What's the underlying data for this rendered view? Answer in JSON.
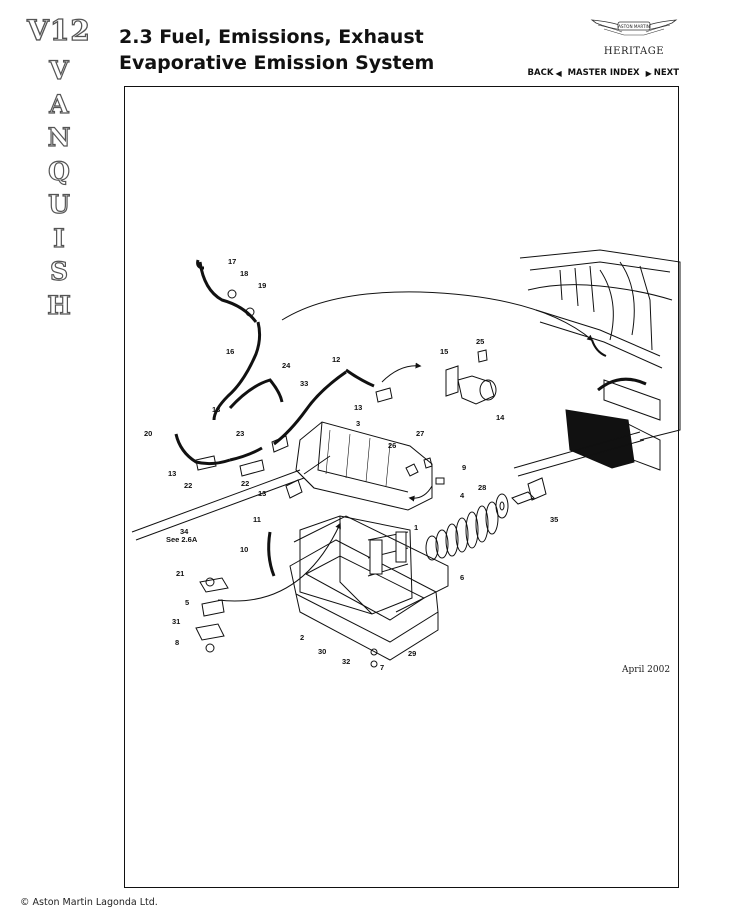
{
  "side_brand": {
    "model": "V12",
    "letters": [
      "V",
      "A",
      "N",
      "Q",
      "U",
      "I",
      "S",
      "H"
    ]
  },
  "header": {
    "section": "2.3 Fuel, Emissions, Exhaust",
    "subtitle": "Evaporative Emission System"
  },
  "logo": {
    "badge_text": "ASTON MARTIN",
    "sub": "HERITAGE"
  },
  "nav": {
    "back": "BACK",
    "master_index": "MASTER INDEX",
    "next": "NEXT"
  },
  "diagram": {
    "callouts": [
      "1",
      "2",
      "3",
      "4",
      "5",
      "6",
      "7",
      "8",
      "9",
      "10",
      "11",
      "12",
      "13",
      "13",
      "13",
      "13",
      "14",
      "15",
      "16",
      "17",
      "18",
      "19",
      "20",
      "21",
      "22",
      "22",
      "23",
      "24",
      "25",
      "26",
      "27",
      "28",
      "29",
      "30",
      "31",
      "32",
      "33",
      "34",
      "35"
    ],
    "ref_note": "See 2.6A"
  },
  "date": "April 2002",
  "copyright": "© Aston Martin Lagonda Ltd."
}
